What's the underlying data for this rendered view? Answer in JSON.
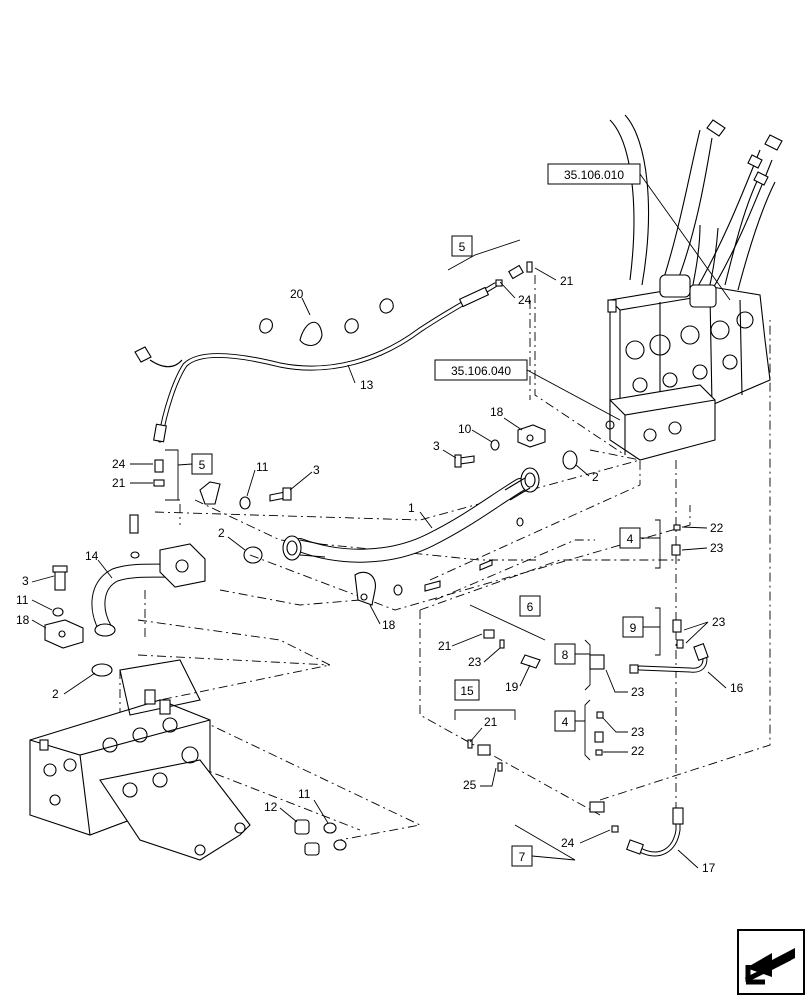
{
  "references": {
    "ref_a": "35.106.010",
    "ref_b": "35.106.040"
  },
  "boxed_labels": {
    "k5_top": "5",
    "k5_left": "5",
    "k4_upper": "4",
    "k6": "6",
    "k9": "9",
    "k8": "8",
    "k15": "15",
    "k4_lower": "4",
    "k7": "7"
  },
  "callouts": {
    "c20": "20",
    "c21_top": "21",
    "c24_top": "24",
    "c13": "13",
    "c18_top": "18",
    "c10": "10",
    "c3_mid": "3",
    "c2_right": "2",
    "c1": "1",
    "c24_left": "24",
    "c21_left": "21",
    "c11_mid": "11",
    "c3_right": "3",
    "c2_mid": "2",
    "c14": "14",
    "c3_left": "3",
    "c11_left": "11",
    "c18_left": "18",
    "c2_left": "2",
    "c18_bottom": "18",
    "c22_upper": "22",
    "c23_upper": "23",
    "c23_nine": "23",
    "c21_six": "21",
    "c23_six": "23",
    "c19": "19",
    "c23_eight": "23",
    "c16": "16",
    "c21_fifteen": "21",
    "c25": "25",
    "c23_lower": "23",
    "c22_lower": "22",
    "c12": "12",
    "c11_bottom": "11",
    "c24_bottom": "24",
    "c17": "17"
  },
  "icons": {
    "nav": "arrow-nav-icon"
  }
}
